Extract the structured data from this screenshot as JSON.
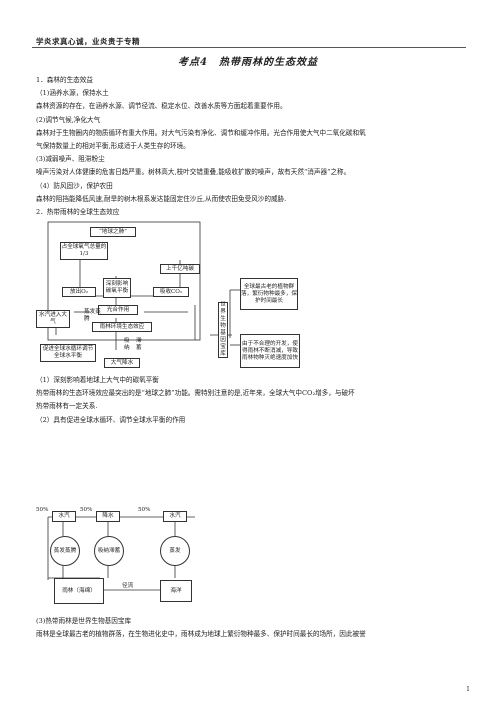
{
  "header": {
    "motto": "学炎求真心诚，业炎贵于专精",
    "title": "考点4　热带雨林的生态效益"
  },
  "body": {
    "s1": "1．森林的生态效益",
    "s1_1": "（1)涵养水源，保持水土",
    "s1_1_text": "森林资源的存在，在涵养水源、调节径流、稳定水位、改善水质等方面起着重要作用。",
    "s1_2": "(2)调节气候,净化大气",
    "s1_2_text_a": "森林对于生物圈内的物质循环有重大作用。对大气污染有净化、调节和缓冲作用。光合作用使大气中二氧化碳和氧",
    "s1_2_text_b": "气保持数量上的相对平衡,形成适于人类生存的环境。",
    "s1_3": "(3)减弱噪声、阻滞粉尘",
    "s1_3_text": "噪声污染对人体健康的危害日趋严重。树林高大,枝叶交错重叠,能吸收扩散的噪声，故有天然“消声器”之称。",
    "s1_4": "（4）防风固沙，保护农田",
    "s1_4_text": "森林的阻挡能降低风速,耐旱的树木根系发达能固定住沙丘,从而使农田免受风沙的威胁.",
    "s2": "2．热带雨林的全球生态效应",
    "p1": "（1）深刻影响着地球上大气中的碳氧平衡",
    "p1_text_a": "热带雨林的生态环境效应最突出的是“地球之肺”功能。需特别注意的是,近年来，全球大气中CO₂增多，与破坏",
    "p1_text_b": "热带雨林有一定关系.",
    "p2": "（2）具有促进全球水循环、调节全球水平衡的作用",
    "p3": "(3)热带雨林是世界生物基因宝库",
    "p3_text": "雨林是全球最古老的植物群落，在生物进化史中，雨林成为地球上繁衍物种最多、保护时间最长的场所，因此被誉"
  },
  "diagram1": {
    "lung": "“地球之肺”",
    "oxygen": "占全球氧气总量的1/3",
    "thousand_carbon": "上千亿吨碳",
    "release_o2": "放出O₂",
    "deep_balance": "深刻影响碳氧平衡",
    "absorb_co2": "吸收CO₂",
    "photosynthesis": "光合作用",
    "vapor_air": "水汽进入大气",
    "evapo": "蒸发蒸腾",
    "rainforest_effect": "雨林环境生态效应",
    "gene_bank": "世界生物基因宝库",
    "oldest": "全球最古老的植物群落，繁衍物种最多，保护时间最长",
    "promote": "促进全球水循环调节全球水平衡",
    "absorb": "吸纳",
    "retain": "滞蓄",
    "rain": "大气降水",
    "threat": "由于不合理的开发，使得雨林不断消减，导致雨林物种灭绝速度加快"
  },
  "diagram2": {
    "pct_left": "50%",
    "pct_mid": "50%",
    "pct_right": "50%",
    "vapor_1": "水汽",
    "rainfall": "降水",
    "vapor_2": "水汽",
    "evapo": "蒸发蒸腾",
    "absorb": "吸纳滞蓄",
    "evap": "蒸发",
    "forest": "雨林（海绵）",
    "runoff": "径流",
    "ocean": "海洋"
  },
  "footer": {
    "page": "1"
  }
}
